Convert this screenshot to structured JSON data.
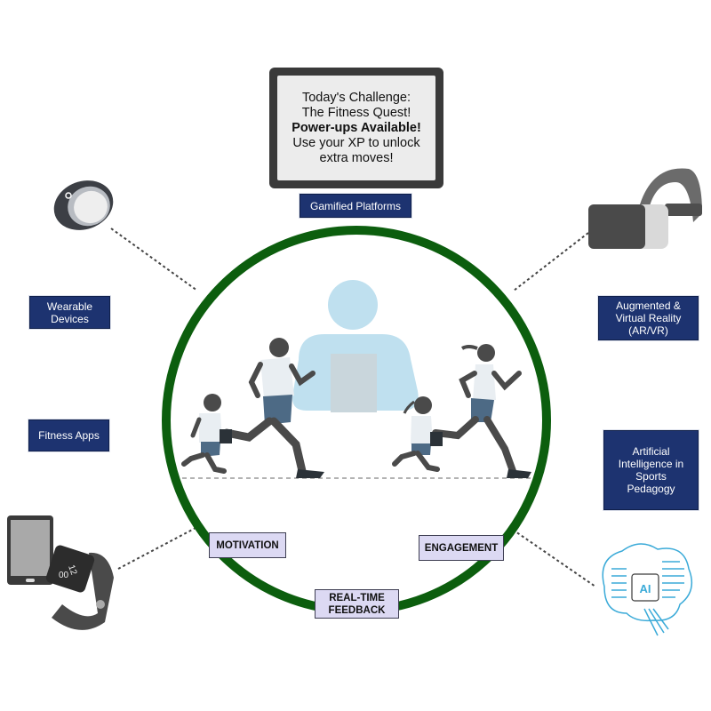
{
  "colors": {
    "ring": "#0c5e0e",
    "navy_label": "#1d3370",
    "lavender_label": "#dcd9f3",
    "teacher_icon": "#bfe0ef",
    "ai_circuit": "#3aaad8"
  },
  "screen": {
    "line1": "Today's Challenge:",
    "line2": "The Fitness Quest!",
    "line3": "Power-ups Available!",
    "line4": "Use your XP to unlock",
    "line5": "extra moves!"
  },
  "technologies": {
    "gamified": "Gamified Platforms",
    "wearable_line1": "Wearable",
    "wearable_line2": "Devices",
    "fitness_apps": "Fitness Apps",
    "arvr_line1": "Augmented &",
    "arvr_line2": "Virtual Reality",
    "arvr_line3": "(AR/VR)",
    "ai_line1": "Artificial",
    "ai_line2": "Intelligence in",
    "ai_line3": "Sports",
    "ai_line4": "Pedagogy"
  },
  "outcomes": {
    "motivation": "MOTIVATION",
    "engagement": "ENGAGEMENT",
    "feedback_line1": "REAL-TIME",
    "feedback_line2": "FEEDBACK"
  },
  "icons": {
    "ring": "smart-ring-icon",
    "vr": "vr-headset-icon",
    "tablet": "tablet-icon",
    "watch": "smartwatch-icon",
    "ai": "ai-brain-icon",
    "watch_time_h": "12",
    "watch_time_m": "00",
    "ai_chip_text": "AI"
  }
}
